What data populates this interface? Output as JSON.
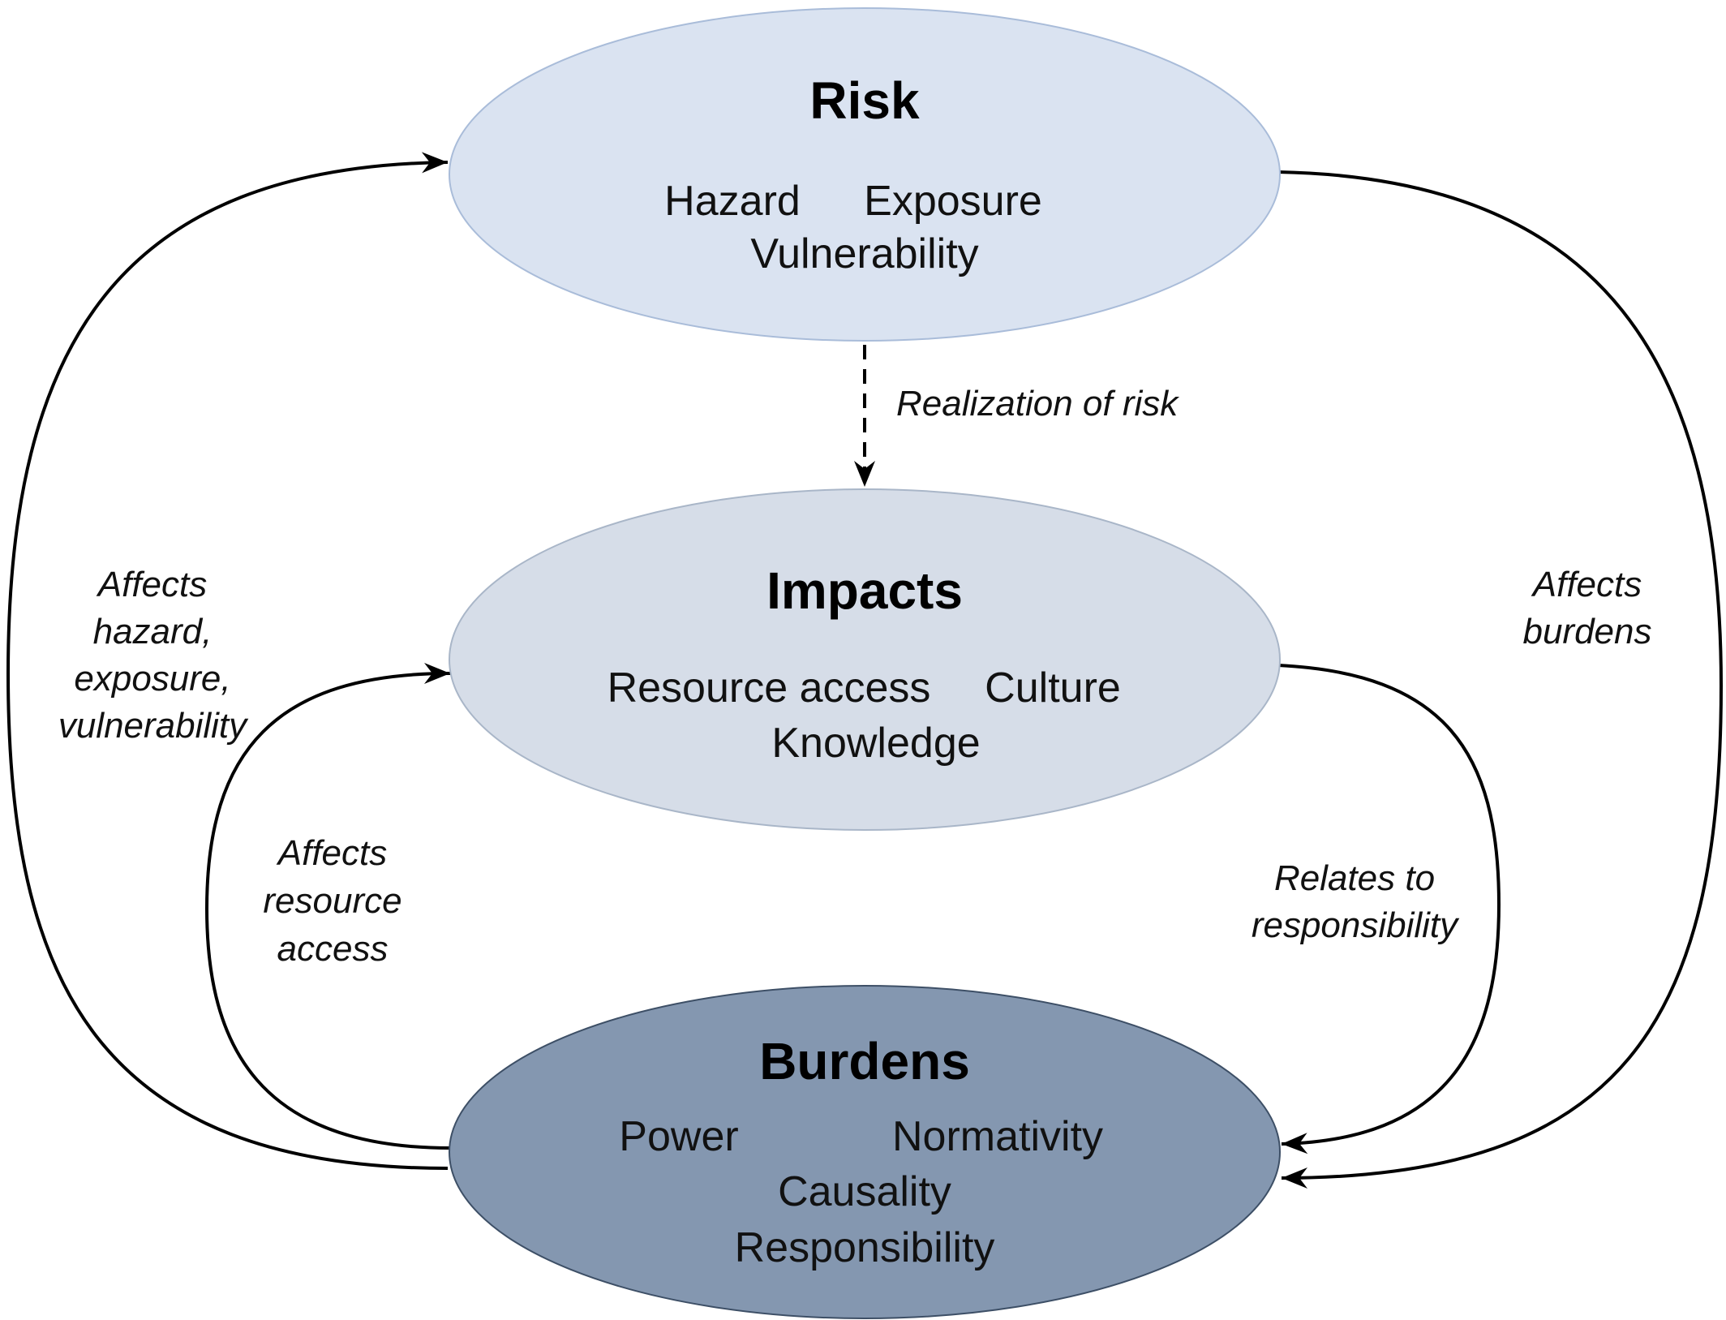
{
  "nodes": {
    "risk": {
      "title": "Risk",
      "terms": [
        "Hazard",
        "Exposure",
        "Vulnerability"
      ],
      "fill": "#dae3f1",
      "stroke": "#a9bcd9"
    },
    "impacts": {
      "title": "Impacts",
      "terms": [
        "Resource access",
        "Culture",
        "Knowledge"
      ],
      "fill": "#d6dde8",
      "stroke": "#a9b6c8"
    },
    "burdens": {
      "title": "Burdens",
      "terms": [
        "Power",
        "Normativity",
        "Causality",
        "Responsibility"
      ],
      "fill": "#8497b0",
      "stroke": "#3d4f66"
    }
  },
  "edges": {
    "realization": {
      "lines": [
        "Realization of risk"
      ]
    },
    "affects_hazard": {
      "lines": [
        "Affects",
        "hazard,",
        "exposure,",
        "vulnerability"
      ]
    },
    "affects_burdens": {
      "lines": [
        "Affects",
        "burdens"
      ]
    },
    "affects_resource": {
      "lines": [
        "Affects",
        "resource",
        "access"
      ]
    },
    "relates_responsibility": {
      "lines": [
        "Relates to",
        "responsibility"
      ]
    }
  }
}
